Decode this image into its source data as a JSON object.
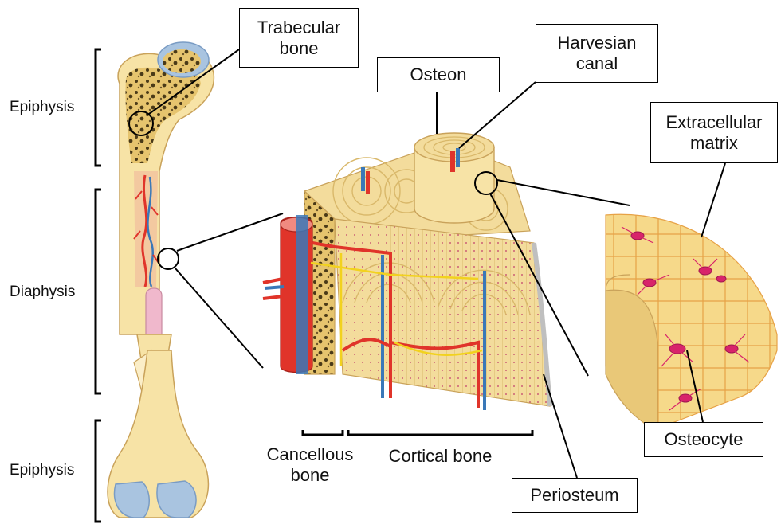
{
  "labels": {
    "trabecular_bone": "Trabecular\nbone",
    "osteon": "Osteon",
    "harvesian_canal": "Harvesian\ncanal",
    "extracellular_matrix": "Extracellular\nmatrix",
    "osteocyte": "Osteocyte",
    "periosteum": "Periosteum",
    "cancellous_bone": "Cancellous\nbone",
    "cortical_bone": "Cortical bone",
    "epiphysis_top": "Epiphysis",
    "diaphysis": "Diaphysis",
    "epiphysis_bottom": "Epiphysis"
  },
  "colors": {
    "bone": "#f7e3a6",
    "bone_shade": "#e9c878",
    "spongy_dots": "#4a3a18",
    "cartilage": "#a9c4e0",
    "artery": "#e0342a",
    "vein": "#3a78b8",
    "nerve": "#f2d21e",
    "osteocyte": "#d8246a",
    "marrow": "#f0b8cc"
  }
}
